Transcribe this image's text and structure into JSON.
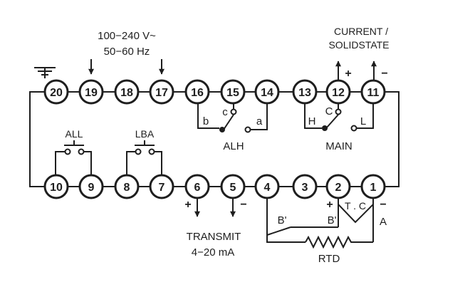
{
  "terminals": [
    "20",
    "19",
    "18",
    "17",
    "16",
    "15",
    "14",
    "13",
    "12",
    "11",
    "10",
    "9",
    "8",
    "7",
    "6",
    "5",
    "4",
    "3",
    "2",
    "1"
  ],
  "labels": {
    "supply_line1": "100−240 V~",
    "supply_line2": "50−60 Hz",
    "current_line1": "CURRENT /",
    "current_line2": "SOLIDSTATE",
    "alh": "ALH",
    "main": "MAIN",
    "all": "ALL",
    "lba": "LBA",
    "transmit_line1": "TRANSMIT",
    "transmit_line2": "4−20 mA",
    "rtd": "RTD",
    "tc": "T . C",
    "b_prime": "B'",
    "a": "A",
    "contact_b": "b",
    "contact_c": "c",
    "contact_a": "a",
    "contact_H": "H",
    "contact_C": "C",
    "contact_L": "L",
    "plus": "+",
    "minus": "−"
  },
  "colors": {
    "line": "#1e1e1e",
    "background": "#ffffff"
  }
}
